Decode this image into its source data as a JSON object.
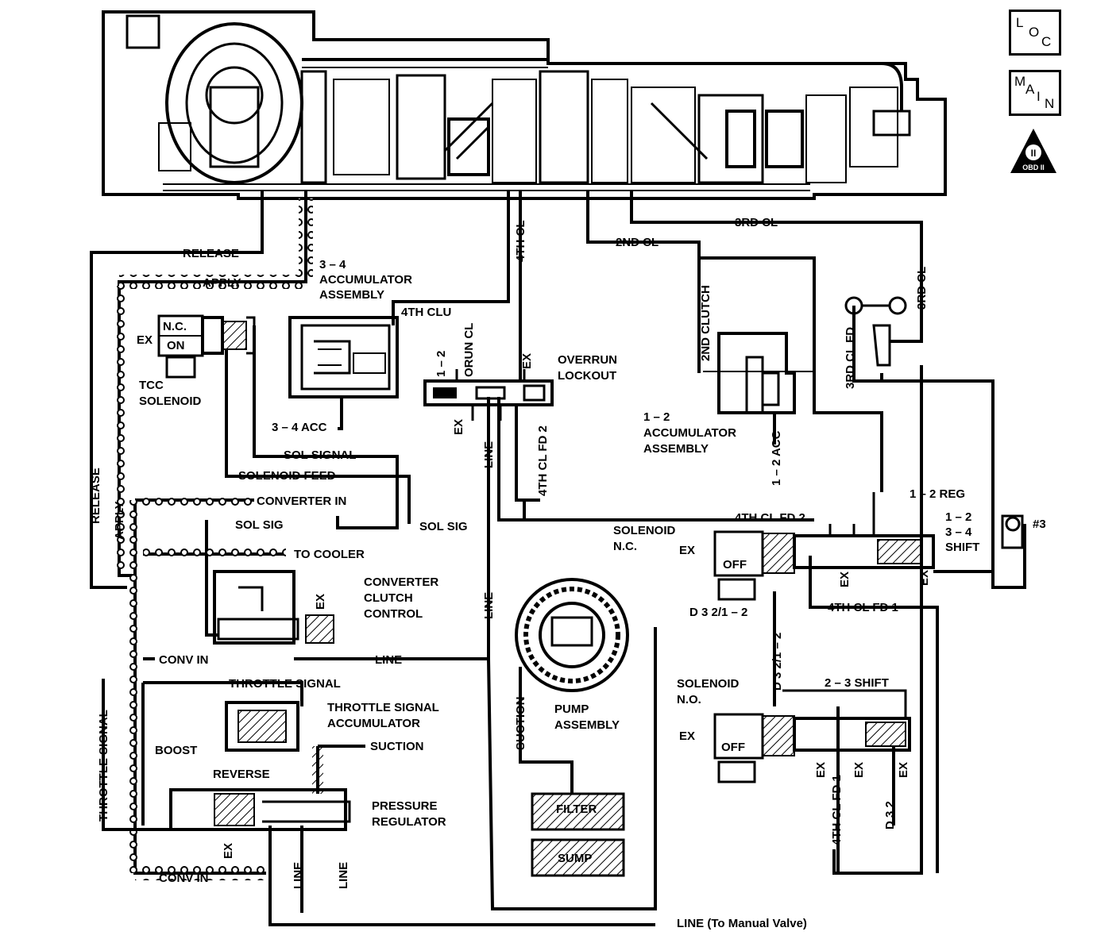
{
  "nav": {
    "loc": [
      "L",
      "O",
      "C"
    ],
    "main": [
      "M",
      "A",
      "I",
      "N"
    ],
    "obd_badge": "OBD II",
    "obd_mark": "II"
  },
  "labels": {
    "release_top": "RELEASE",
    "apply_top": "APPLY",
    "acc34_line1": "3 – 4",
    "acc34_line2": "ACCUMULATOR",
    "acc34_line3": "ASSEMBLY",
    "fourth_clu": "4TH CLU",
    "fourth_cl_vertical": "4TH CL",
    "second_cl": "2ND CL",
    "third_cl": "3RD CL",
    "third_cl_vertical": "3RD CL",
    "third_cl_fd": "3RD CL FD",
    "second_clutch": "2ND CLUTCH",
    "nc": "N.C.",
    "on": "ON",
    "ex_tcc": "EX",
    "tcc_line1": "TCC",
    "tcc_line2": "SOLENOID",
    "one_two_small": "1 – 2",
    "orun_cl": "ORUN CL",
    "ex_small": "EX",
    "overrun1": "OVERRUN",
    "overrun2": "LOCKOUT",
    "acc34": "3 – 4 ACC",
    "ex_ovr": "EX",
    "line_v": "LINE",
    "fourth_cl_fd2_v": "4TH CL FD 2",
    "acc12_line1": "1 – 2",
    "acc12_line2": "ACCUMULATOR",
    "acc12_line3": "ASSEMBLY",
    "acc12_v": "1 – 2 ACC",
    "sol_signal": "SOL SIGNAL",
    "solenoid_feed": "SOLENOID FEED",
    "converter_in": "CONVERTER IN",
    "sol_sig_left": "SOL SIG",
    "sol_sig_right": "SOL SIG",
    "to_cooler": "TO COOLER",
    "ccc1": "CONVERTER",
    "ccc2": "CLUTCH",
    "ccc3": "CONTROL",
    "ex_ccc": "EX",
    "conv_in_1": "CONV IN",
    "line_ccc": "LINE",
    "release_v": "RELEASE",
    "apply_v": "APPLY",
    "throttle_signal_h": "THROTTLE SIGNAL",
    "tsa1": "THROTTLE SIGNAL",
    "tsa2": "ACCUMULATOR",
    "throttle_signal_v": "THROTTLE SIGNAL",
    "boost": "BOOST",
    "reverse": "REVERSE",
    "suction_h": "SUCTION",
    "pr1": "PRESSURE",
    "pr2": "REGULATOR",
    "ex_pr": "EX",
    "line_pr1": "LINE",
    "line_pr2": "LINE",
    "conv_in_2": "CONV IN",
    "line_mid_v": "LINE",
    "suction_v": "SUCTION",
    "pump1": "PUMP",
    "pump2": "ASSEMBLY",
    "filter": "FILTER",
    "sump": "SUMP",
    "line_manual": "LINE (To Manual Valve)",
    "fourth_cl_fd2_h": "4TH CL FD 2",
    "sol_nc1": "SOLENOID",
    "sol_nc2": "N.C.",
    "ex_nc": "EX",
    "off_nc": "OFF",
    "reg12": "1 – 2 REG",
    "shift12_1": "1 – 2",
    "shift12_2": "3 – 4",
    "shift12_3": "SHIFT",
    "ex_12a": "EX",
    "ex_12b": "EX",
    "check3": "#3",
    "d32_12": "D 3 2/1 – 2",
    "d32_12_v": "D 3 2/1 – 2",
    "fourth_cl_fd1_h": "4TH CL FD 1",
    "sol_no1": "SOLENOID",
    "sol_no2": "N.O.",
    "ex_no": "EX",
    "off_no": "OFF",
    "shift23": "2 – 3 SHIFT",
    "ex_23a": "EX",
    "ex_23b": "EX",
    "ex_23c": "EX",
    "fourth_cl_fd1_v": "4TH CL FD 1",
    "d32_v": "D 3 2"
  }
}
